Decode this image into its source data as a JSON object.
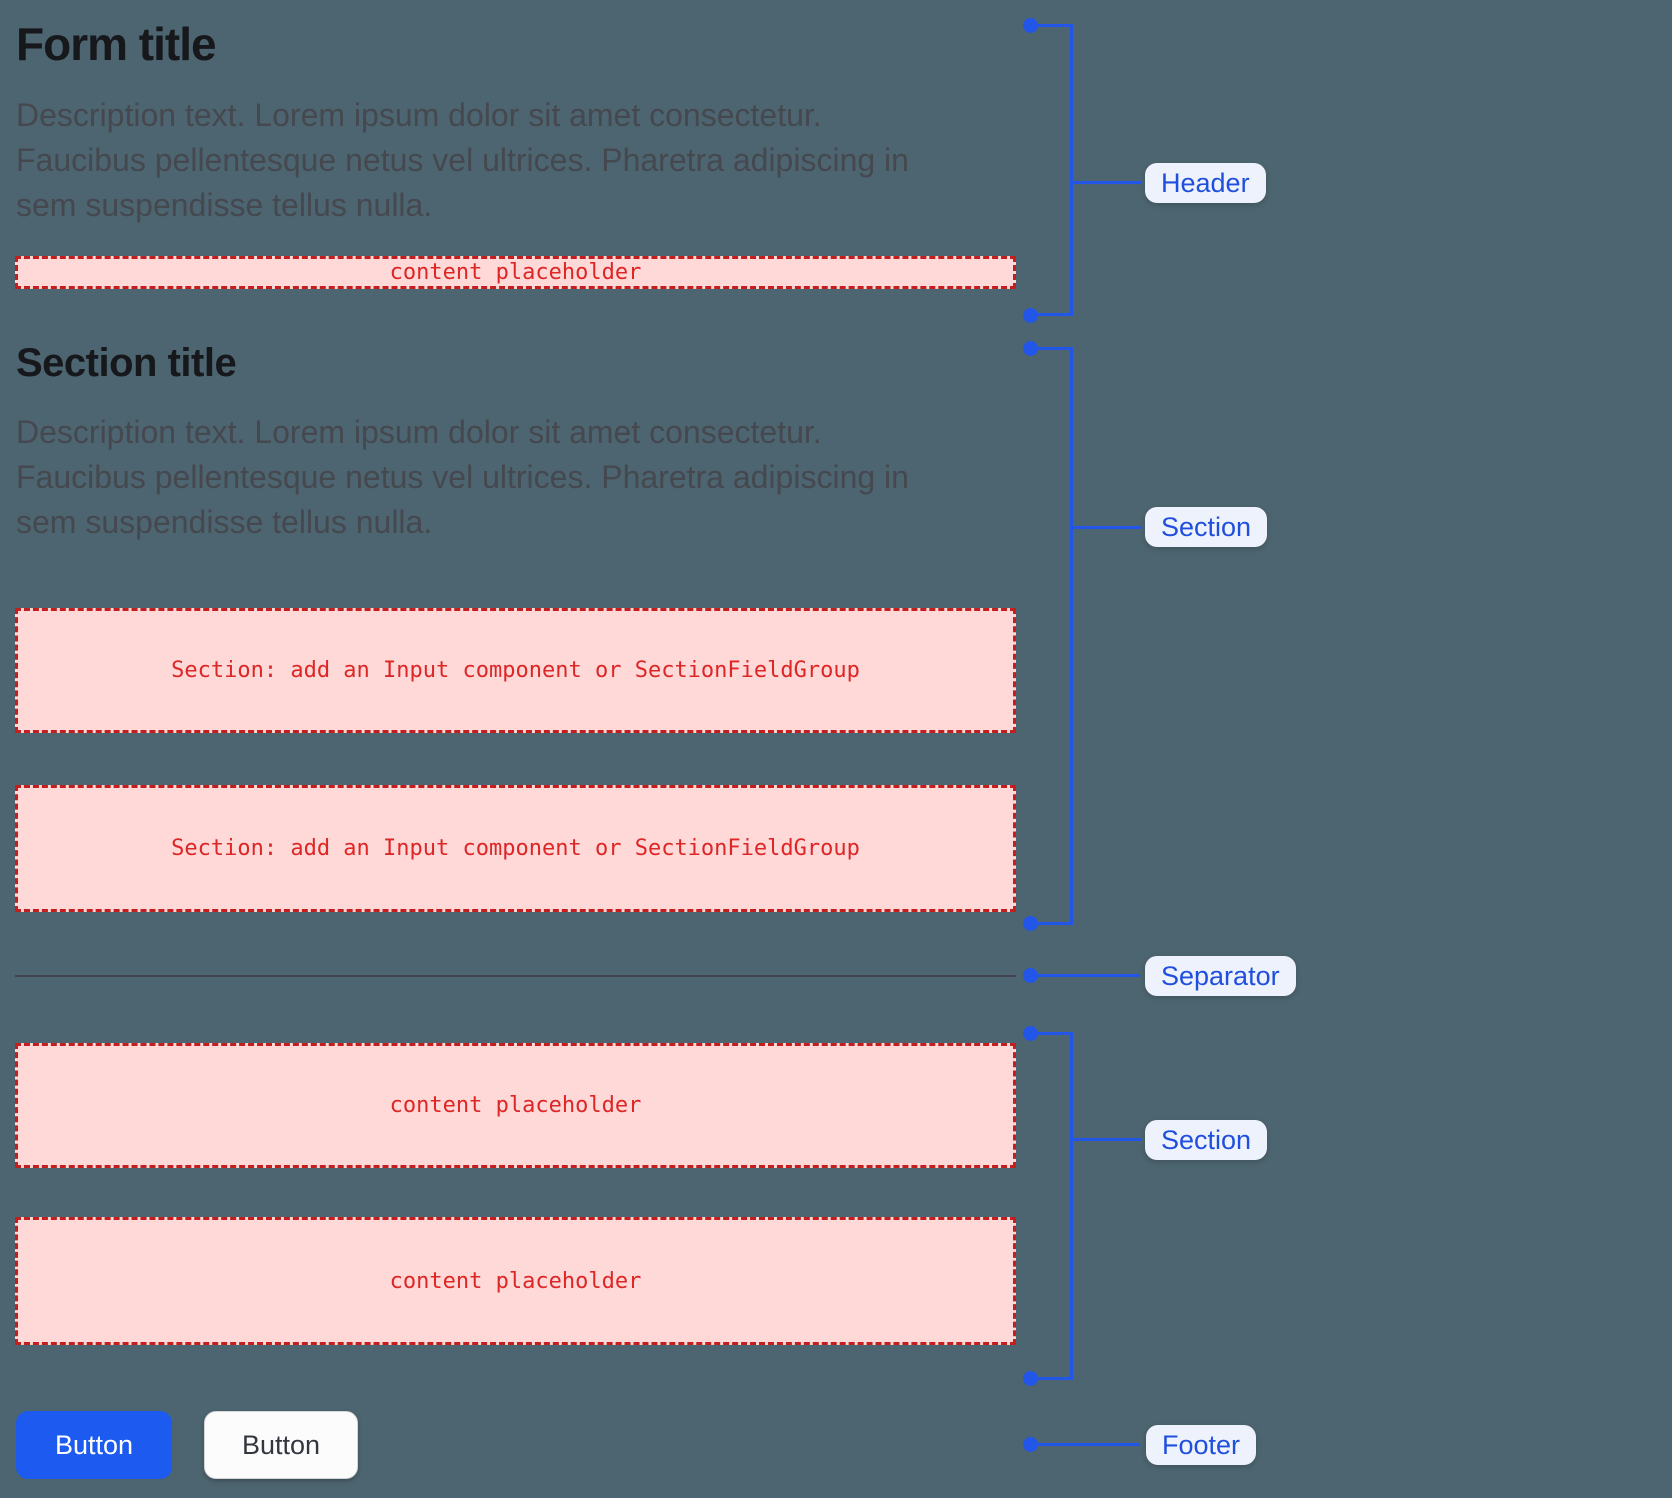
{
  "colors": {
    "canvas_background": "#4D6570",
    "accent_blue": "#2156E8",
    "label_pill_background": "#EEF2FD",
    "label_text_blue": "#1F4FDC",
    "placeholder_background": "#FFD8D8",
    "placeholder_border_red": "#C41E1E",
    "placeholder_text_red": "#DD2626",
    "primary_button_blue": "#1D5BF0",
    "separator_gray": "#3F444E"
  },
  "form": {
    "title": "Form title",
    "description_lines": [
      "Description text. Lorem ipsum dolor sit amet consectetur.",
      "Faucibus pellentesque netus vel ultrices. Pharetra adipiscing in",
      "sem suspendisse tellus nulla."
    ],
    "header_placeholder": "content placeholder",
    "section": {
      "title": "Section title",
      "description_lines": [
        "Description text. Lorem ipsum dolor sit amet consectetur.",
        "Faucibus pellentesque netus vel ultrices. Pharetra adipiscing in",
        "sem suspendisse tellus nulla."
      ],
      "field_placeholders": [
        "Section: add an Input component or SectionFieldGroup",
        "Section: add an Input component or SectionFieldGroup"
      ]
    },
    "bottom_section_placeholders": [
      "content placeholder",
      "content placeholder"
    ],
    "footer": {
      "primary_button": "Button",
      "secondary_button": "Button"
    }
  },
  "annotations": {
    "header": "Header",
    "section_top": "Section",
    "separator": "Separator",
    "section_bottom": "Section",
    "footer": "Footer"
  }
}
